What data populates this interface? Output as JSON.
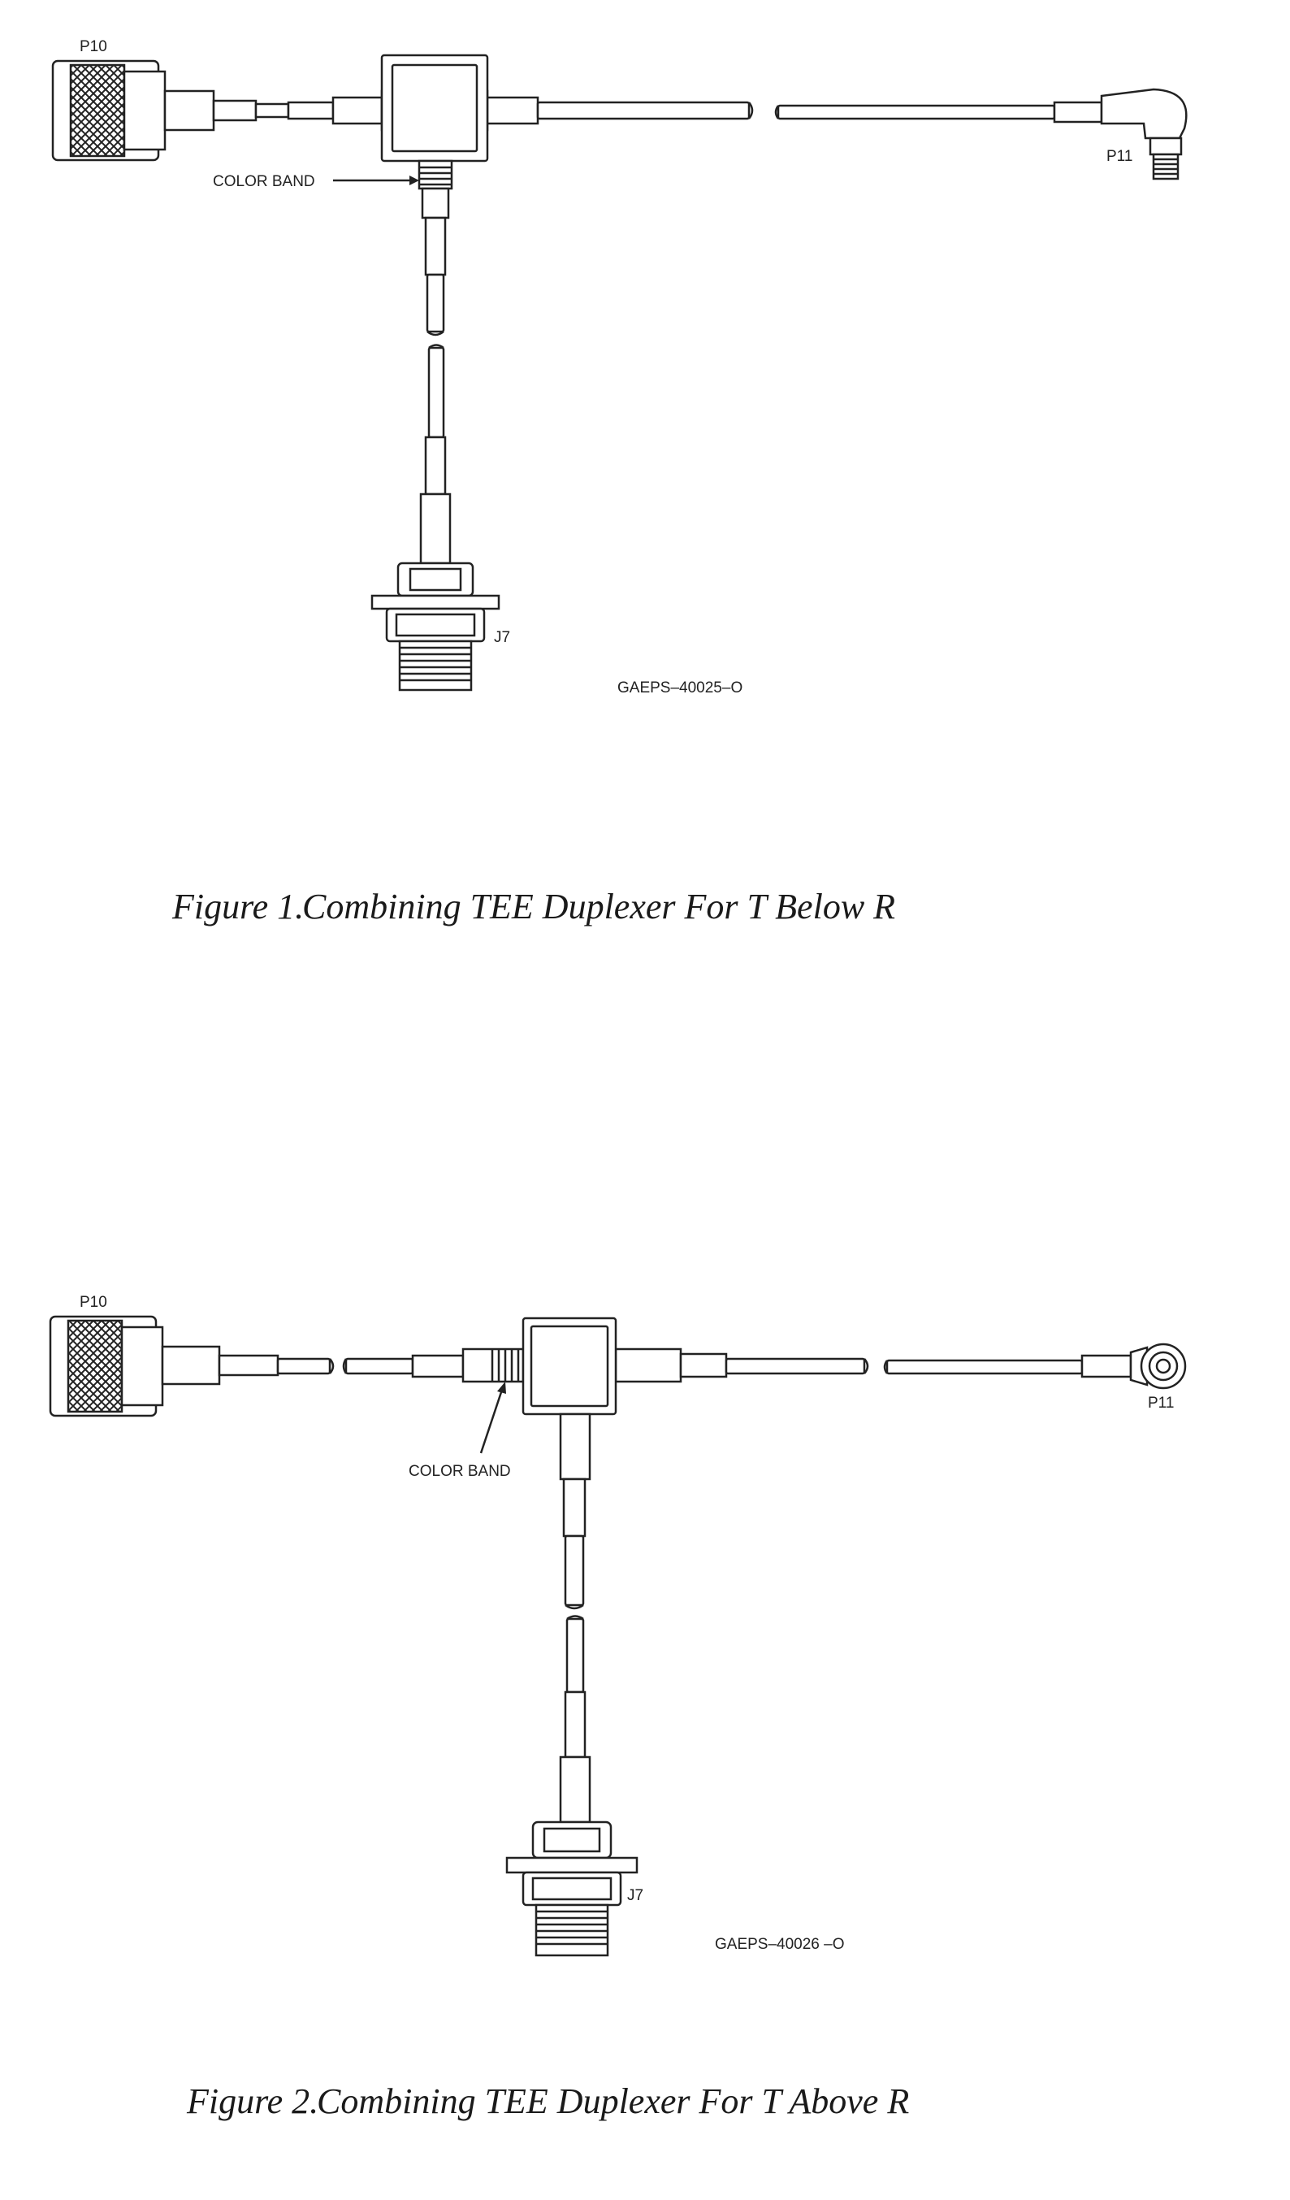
{
  "figure1": {
    "labels": {
      "p10": "P10",
      "p11": "P11",
      "color_band": "COLOR BAND",
      "j7": "J7",
      "code": "GAEPS–40025–O"
    },
    "caption_number": "Figure 1.",
    "caption_text": "Combining TEE Duplexer For T Below R"
  },
  "figure2": {
    "labels": {
      "p10": "P10",
      "p11": "P11",
      "color_band": "COLOR BAND",
      "j7": "J7",
      "code": "GAEPS–40026 –O"
    },
    "caption_number": "Figure 2.",
    "caption_text": "Combining TEE Duplexer For T Above R"
  }
}
